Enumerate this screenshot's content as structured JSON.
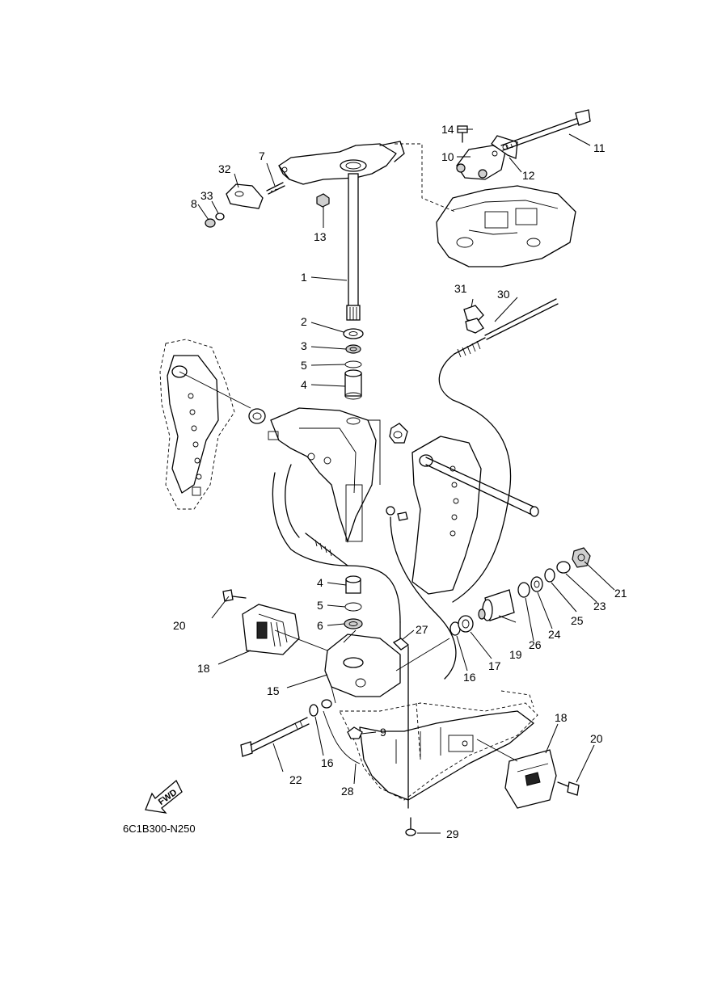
{
  "diagram": {
    "callouts": [
      {
        "id": "c1",
        "label": "1"
      },
      {
        "id": "c2",
        "label": "2"
      },
      {
        "id": "c3",
        "label": "3"
      },
      {
        "id": "c4a",
        "label": "4"
      },
      {
        "id": "c4b",
        "label": "4"
      },
      {
        "id": "c5a",
        "label": "5"
      },
      {
        "id": "c5b",
        "label": "5"
      },
      {
        "id": "c6",
        "label": "6"
      },
      {
        "id": "c7",
        "label": "7"
      },
      {
        "id": "c8",
        "label": "8"
      },
      {
        "id": "c9",
        "label": "9"
      },
      {
        "id": "c10",
        "label": "10"
      },
      {
        "id": "c11",
        "label": "11"
      },
      {
        "id": "c12",
        "label": "12"
      },
      {
        "id": "c13",
        "label": "13"
      },
      {
        "id": "c14",
        "label": "14"
      },
      {
        "id": "c15",
        "label": "15"
      },
      {
        "id": "c16a",
        "label": "16"
      },
      {
        "id": "c16b",
        "label": "16"
      },
      {
        "id": "c17",
        "label": "17"
      },
      {
        "id": "c18a",
        "label": "18"
      },
      {
        "id": "c18b",
        "label": "18"
      },
      {
        "id": "c19",
        "label": "19"
      },
      {
        "id": "c20a",
        "label": "20"
      },
      {
        "id": "c20b",
        "label": "20"
      },
      {
        "id": "c21",
        "label": "21"
      },
      {
        "id": "c22",
        "label": "22"
      },
      {
        "id": "c23",
        "label": "23"
      },
      {
        "id": "c24",
        "label": "24"
      },
      {
        "id": "c25",
        "label": "25"
      },
      {
        "id": "c26",
        "label": "26"
      },
      {
        "id": "c27",
        "label": "27"
      },
      {
        "id": "c28",
        "label": "28"
      },
      {
        "id": "c29",
        "label": "29"
      },
      {
        "id": "c30",
        "label": "30"
      },
      {
        "id": "c31",
        "label": "31"
      },
      {
        "id": "c32",
        "label": "32"
      },
      {
        "id": "c33",
        "label": "33"
      }
    ],
    "fwd_label": "FWD",
    "drawing_code": "6C1B300-N250"
  }
}
